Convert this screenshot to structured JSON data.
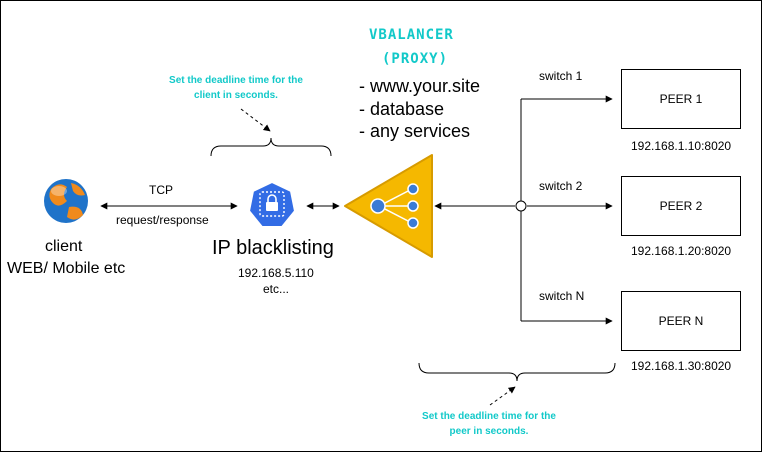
{
  "proxy": {
    "title": "VBALANCER",
    "subtitle": "(PROXY)",
    "services": [
      "- www.your.site",
      "- database",
      "- any services"
    ]
  },
  "client": {
    "label": "client",
    "sublabel": "WEB/ Mobile etc",
    "icon": "globe-icon"
  },
  "link": {
    "protocol": "TCP",
    "mode": "request/response"
  },
  "blacklist": {
    "label": "IP blacklisting",
    "ip": "192.168.5.110",
    "etc": "etc...",
    "icon": "lock-shield-icon"
  },
  "notes": {
    "client_timeout": "Set the deadline time for the client in seconds.",
    "peer_timeout": "Set the deadline time for the peer in seconds."
  },
  "switches": [
    {
      "label": "switch 1",
      "peer": "PEER 1",
      "address": "192.168.1.10:8020"
    },
    {
      "label": "switch 2",
      "peer": "PEER 2",
      "address": "192.168.1.20:8020"
    },
    {
      "label": "switch N",
      "peer": "PEER N",
      "address": "192.168.1.30:8020"
    }
  ],
  "colors": {
    "accent": "#12c9c9",
    "shield_blue": "#326ce5",
    "balancer_fill": "#f5b800",
    "balancer_stroke": "#d79b00",
    "node_blue": "#3a7bd5"
  }
}
